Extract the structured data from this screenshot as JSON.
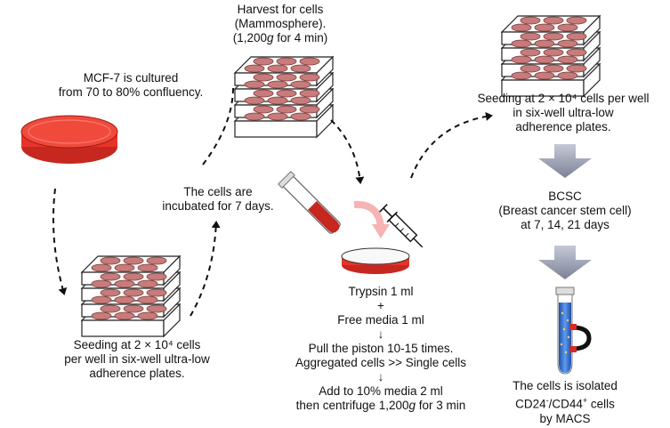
{
  "steps": {
    "culture": {
      "lines": [
        "MCF-7 is cultured",
        "from 70 to 80% confluency."
      ]
    },
    "seed1": {
      "lines": [
        "Seeding at 2 × 10⁴ cells",
        "per well in six-well ultra-low",
        "adherence plates."
      ]
    },
    "incubate": {
      "lines": [
        "The cells are",
        "incubated for 7 days."
      ]
    },
    "harvest": {
      "line1": "Harvest for cells",
      "line2": "(Mammosphere).",
      "line3_pre": "(1,200",
      "line3_g": "g",
      "line3_post": " for 4 min)"
    },
    "protocol": {
      "l1": "Trypsin 1 ml",
      "l2": "+",
      "l3": "Free media 1 ml",
      "l4": "↓",
      "l5": "Pull the piston 10-15 times.",
      "l6": "Aggregated cells >> Single cells",
      "l7": "↓",
      "l8": "Add to 10% media 2 ml",
      "l9_pre": "then centrifuge 1,200",
      "l9_g": "g",
      "l9_post": " for 3 min"
    },
    "seed2": {
      "lines": [
        "Seeding at 2 × 10⁴ cells per well",
        "in six-well ultra-low",
        "adherence plates."
      ]
    },
    "bcsc": {
      "lines": [
        "BCSC",
        "(Breast cancer stem cell)",
        "at 7, 14, 21 days"
      ]
    },
    "macs": {
      "l1": "The cells is isolated",
      "l2_a": "CD24",
      "l2_b": "-",
      "l2_c": "/CD44",
      "l2_d": "+",
      "l2_e": " cells",
      "l3": "by MACS"
    }
  },
  "colors": {
    "dish_red": "#e8332a",
    "well_pink": "#c77b7b",
    "arrow_gray": "#8d93a6",
    "tube_blue": "#2f6fd0",
    "pink_arrow": "#f6b3b3"
  },
  "icons": [
    "petri-dish-icon",
    "plate-stack-icon",
    "test-tube-icon",
    "syringe-icon",
    "magnet-icon",
    "dashed-arrow-icon",
    "block-arrow-icon"
  ]
}
